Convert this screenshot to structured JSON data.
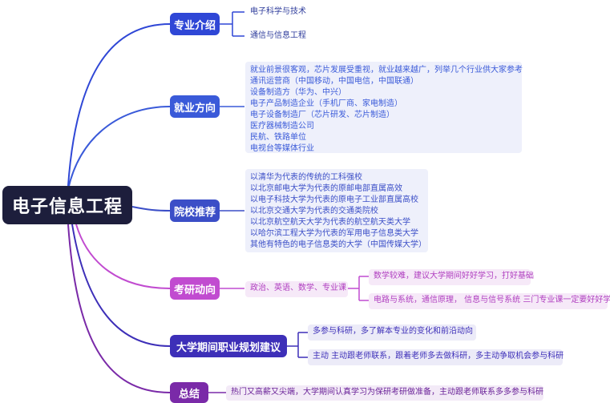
{
  "root": "电子信息工程",
  "branches": {
    "major": {
      "label": "专业介绍",
      "items": [
        "电子科学与技术",
        "通信与信息工程"
      ]
    },
    "career": {
      "label": "就业方向",
      "lines": [
        "就业前景很客观，芯片发展受重视，就业越来越广，列举几个行业供大家参考",
        "通讯运营商（中国移动，中国电信，中国联通）",
        "设备制造方（华为、中兴）",
        "电子产品制造企业（手机厂商、家电制造）",
        "电子设备制造厂（芯片研发、芯片制造）",
        "医疗器械制造公司",
        "民航、铁路单位",
        "电视台等媒体行业"
      ]
    },
    "schools": {
      "label": "院校推荐",
      "lines": [
        "以清华为代表的传统的工科强校",
        "以北京邮电大学为代表的原邮电部直属高效",
        "以电子科技大学为代表的原电子工业部直属高校",
        "以北京交通大学为代表的交通类院校",
        "以北京航空航天大学为代表的航空航天类大学",
        "以哈尔滨工程大学为代表的军用电子信息类大学",
        "其他有特色的电子信息类的大学（中国传媒大学）"
      ]
    },
    "postgrad": {
      "label": "考研动向",
      "subjects": "政治、英语、数学、专业课",
      "items": [
        "数学较难，建议大学期间好好学习，打好基础",
        "电路与系统，通信原理， 信息与信号系统 三门专业课一定要好好学"
      ]
    },
    "planning": {
      "label": "大学期间职业规划建议",
      "items": [
        "多参与科研，多了解本专业的变化和前沿动向",
        "主动 主动跟老师联系，跟着老师多去做科研，多主动争取机会参与科研"
      ]
    },
    "summary": {
      "label": "总结",
      "text": "热门又高薪又尖端，大学期间认真学习为保研考研做准备，主动跟老师联系多多参与科研"
    }
  },
  "colors": {
    "root": "#1d1e3c",
    "major": "#2f47d6",
    "career": "#3a5ad9",
    "schools": "#3b4ec7",
    "postgrad": "#c14bd0",
    "planning": "#3d2fb8",
    "summary": "#7a2aa8",
    "career_box": "#eef0fb",
    "schools_box": "#eef0fb",
    "postgrad_box": "#f6e9f8",
    "planning_box": "#ecebf8",
    "summary_box": "#f3eaf7"
  }
}
